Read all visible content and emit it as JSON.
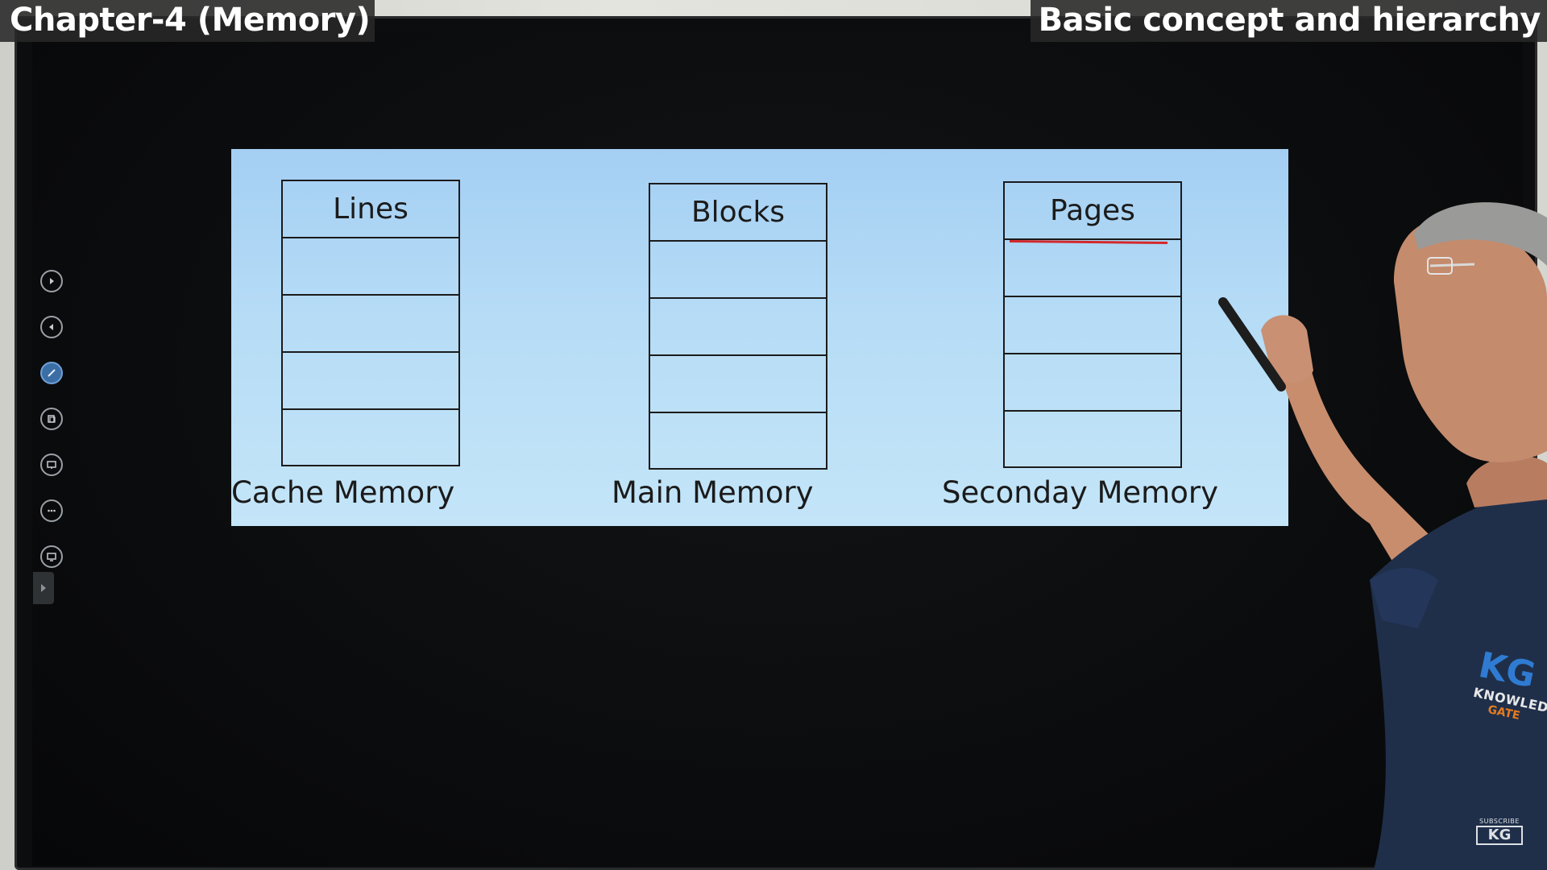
{
  "header": {
    "left_title": "Chapter-4 (Memory)",
    "right_title": "Basic concept and hierarchy"
  },
  "toolbar": {
    "icons": [
      "play-next-icon",
      "play-previous-icon",
      "pen-icon",
      "copy-icon",
      "whiteboard-icon",
      "more-icon",
      "screen-share-icon"
    ]
  },
  "slide": {
    "cache": {
      "header": "Lines",
      "caption": "Cache Memory"
    },
    "main": {
      "header": "Blocks",
      "caption": "Main Memory"
    },
    "secondary": {
      "header": "Pages",
      "caption": "Seconday Memory"
    },
    "rows_per_table": 4,
    "annotation_color": "#d3282b"
  },
  "presenter": {
    "shirt_logo_text": "KG",
    "shirt_knowledge": "KNOWLEDGE",
    "shirt_gate": "GATE"
  },
  "watermark": {
    "subscribe": "SUBSCRIBE",
    "brand": "KG"
  },
  "colors": {
    "slide_background": "#b6dcf6",
    "board_background": "#0c0d0f",
    "title_bar": "#282828",
    "accent_orange": "#e67a1f",
    "accent_blue": "#2f7bd1"
  }
}
